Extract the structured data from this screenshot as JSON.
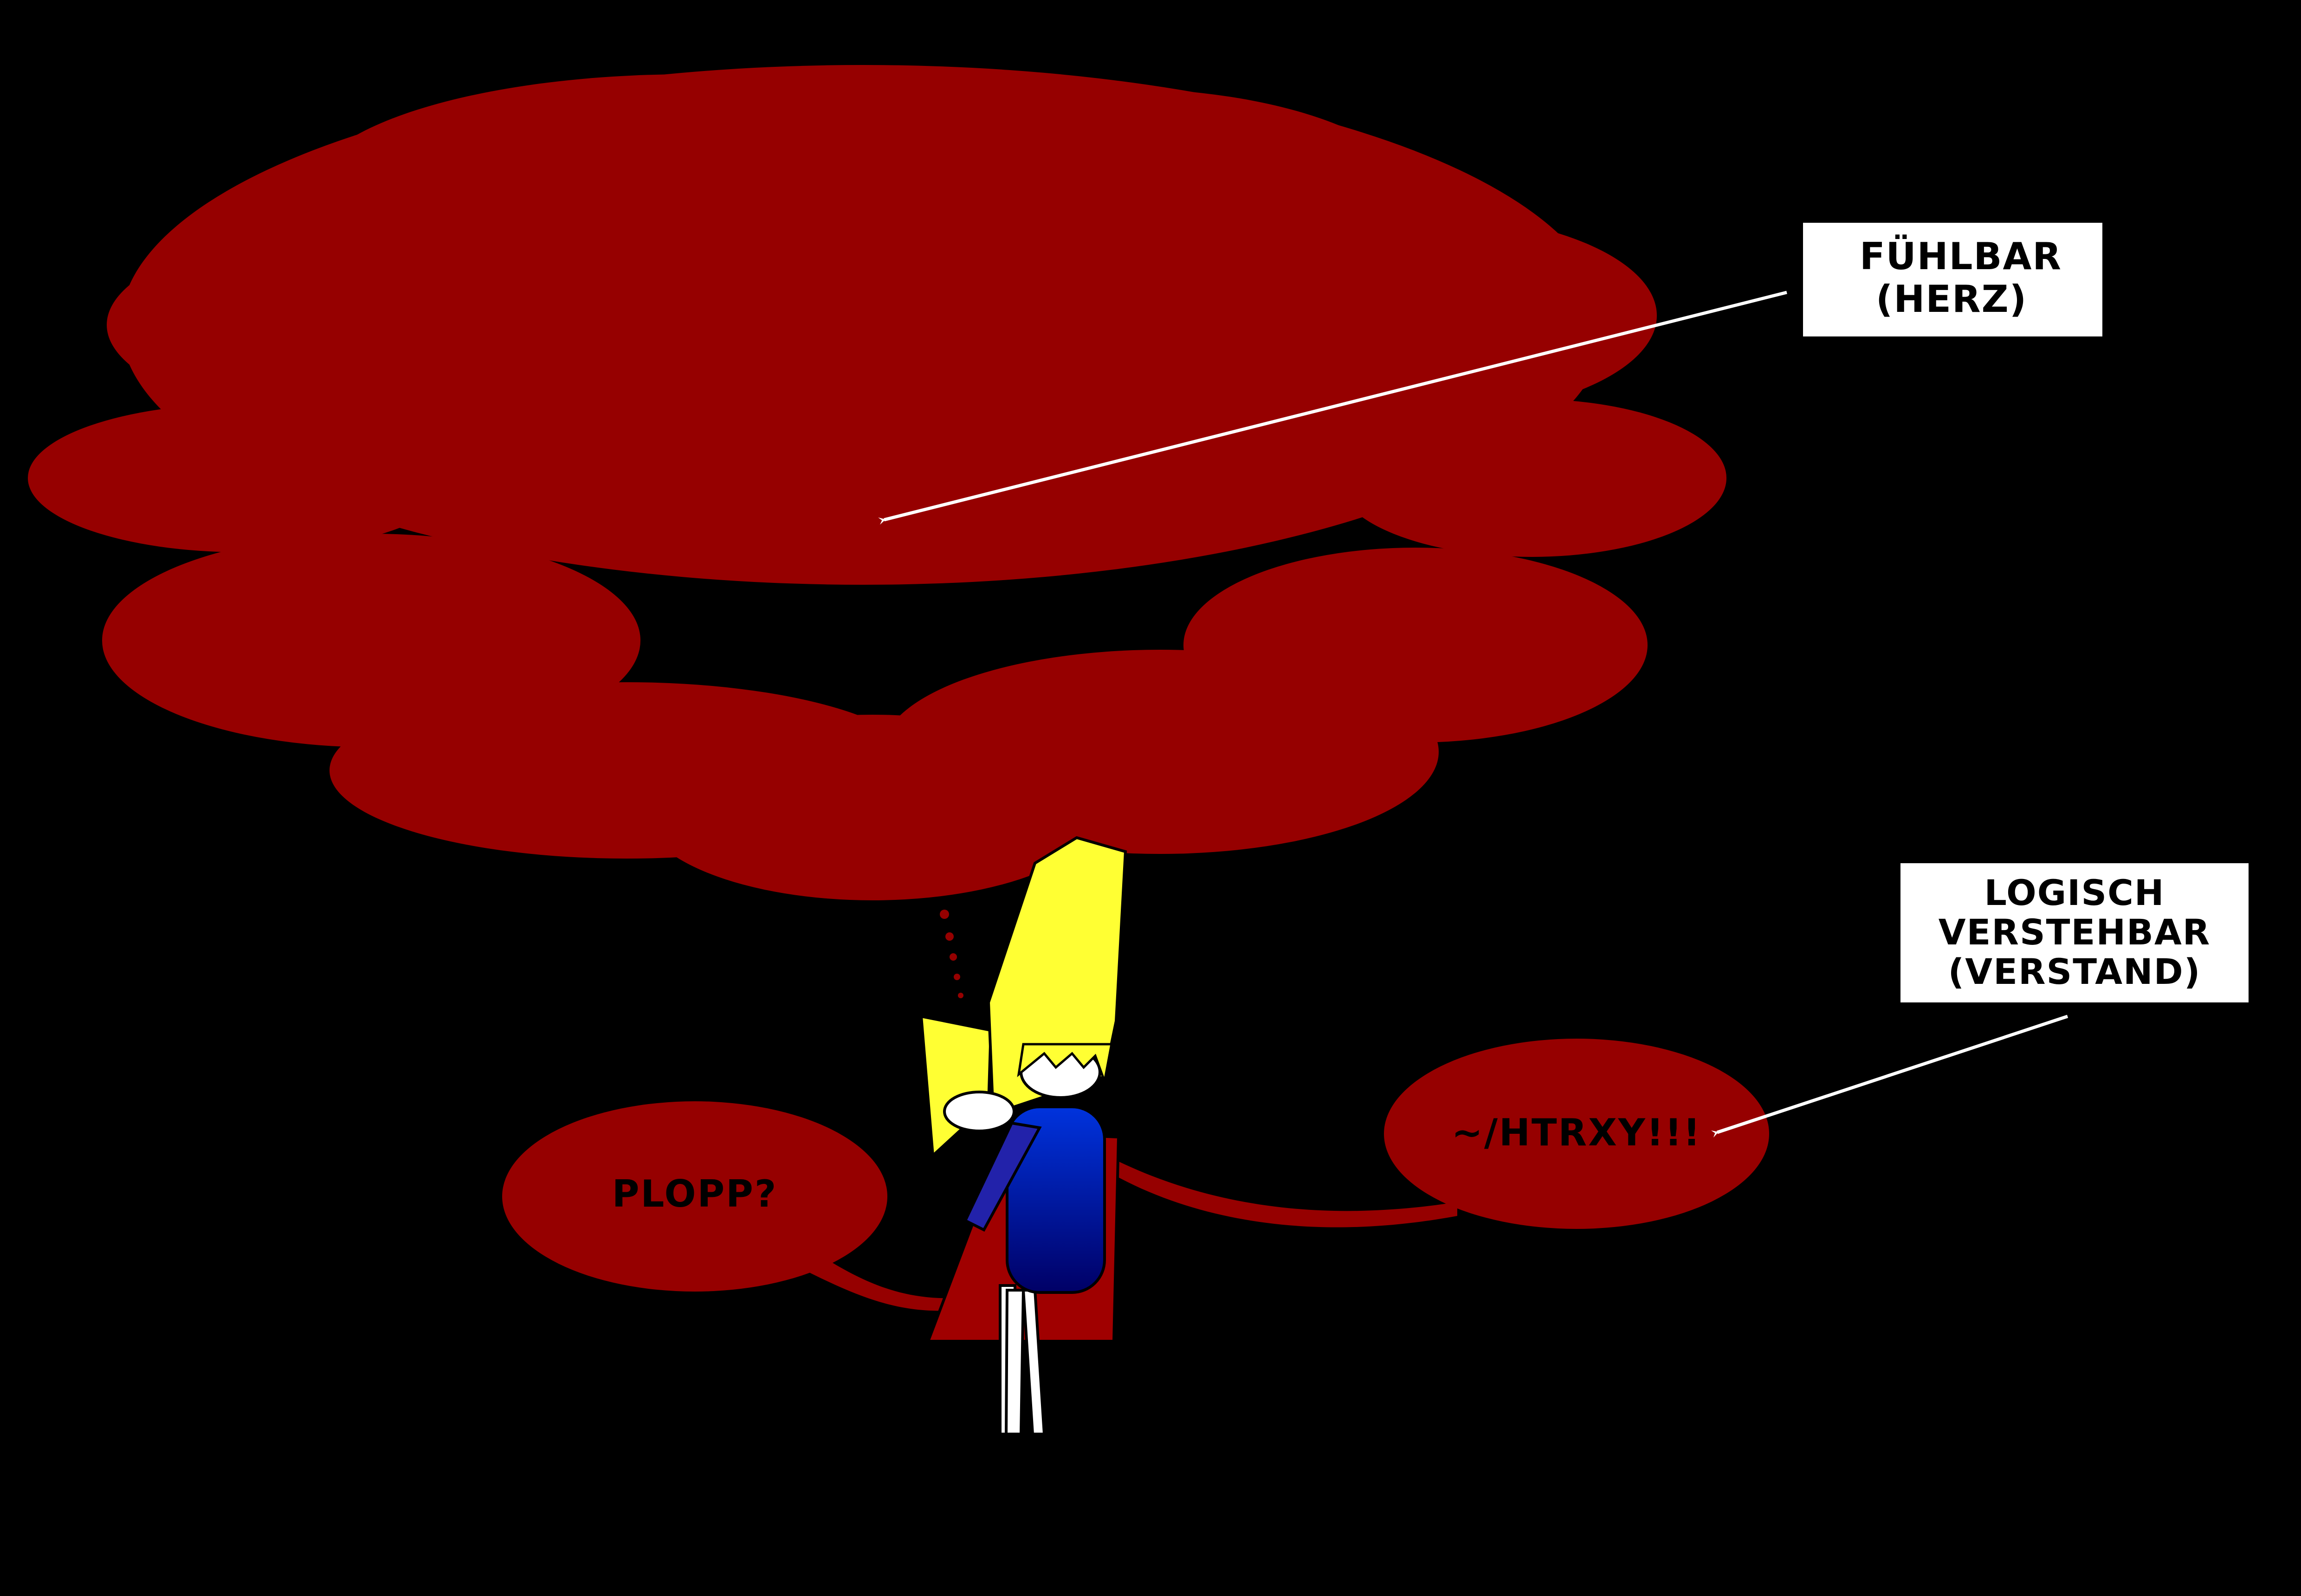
{
  "colors": {
    "background": "#000000",
    "cloud": "#960000",
    "label_box": "#ffffff",
    "label_text": "#000000",
    "arrow": "#ffffff",
    "hair": "#ffff33",
    "body": "#0033cc",
    "body_dark": "#000066",
    "skin": "#ffffff"
  },
  "labels": {
    "heart": {
      "line1": "FÜHLBAR",
      "line2": "(HERZ)"
    },
    "mind": {
      "line1": "LOGISCH",
      "line2": "VERSTEHBAR",
      "line3": "(VERSTAND)"
    }
  },
  "speech": {
    "left": "PLOPP?",
    "right": "~/HTRXY!!!"
  },
  "figures": {
    "thought_cloud": "large-thought-cloud",
    "person": "blonde-person-back-view",
    "thought_dots": "thought-bubble-dots"
  }
}
